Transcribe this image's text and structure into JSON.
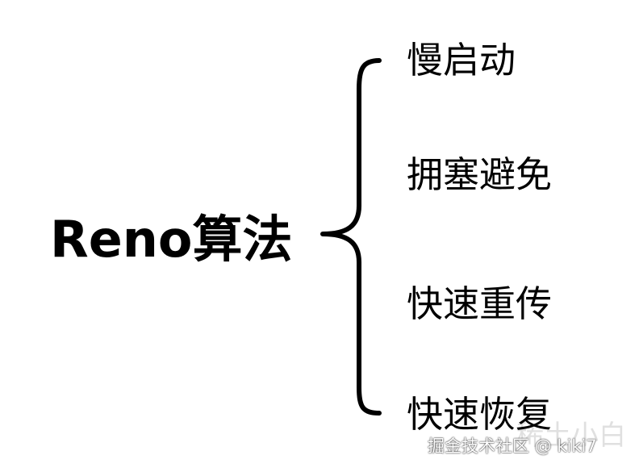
{
  "diagram": {
    "root": "Reno算法",
    "branches": [
      "慢启动",
      "拥塞避免",
      "快速重传",
      "快速恢复"
    ]
  },
  "watermark": {
    "ghost": "稀土小白",
    "text": "掘金技术社区 @ kiki7"
  },
  "colors": {
    "text": "#000000",
    "background": "#ffffff"
  }
}
